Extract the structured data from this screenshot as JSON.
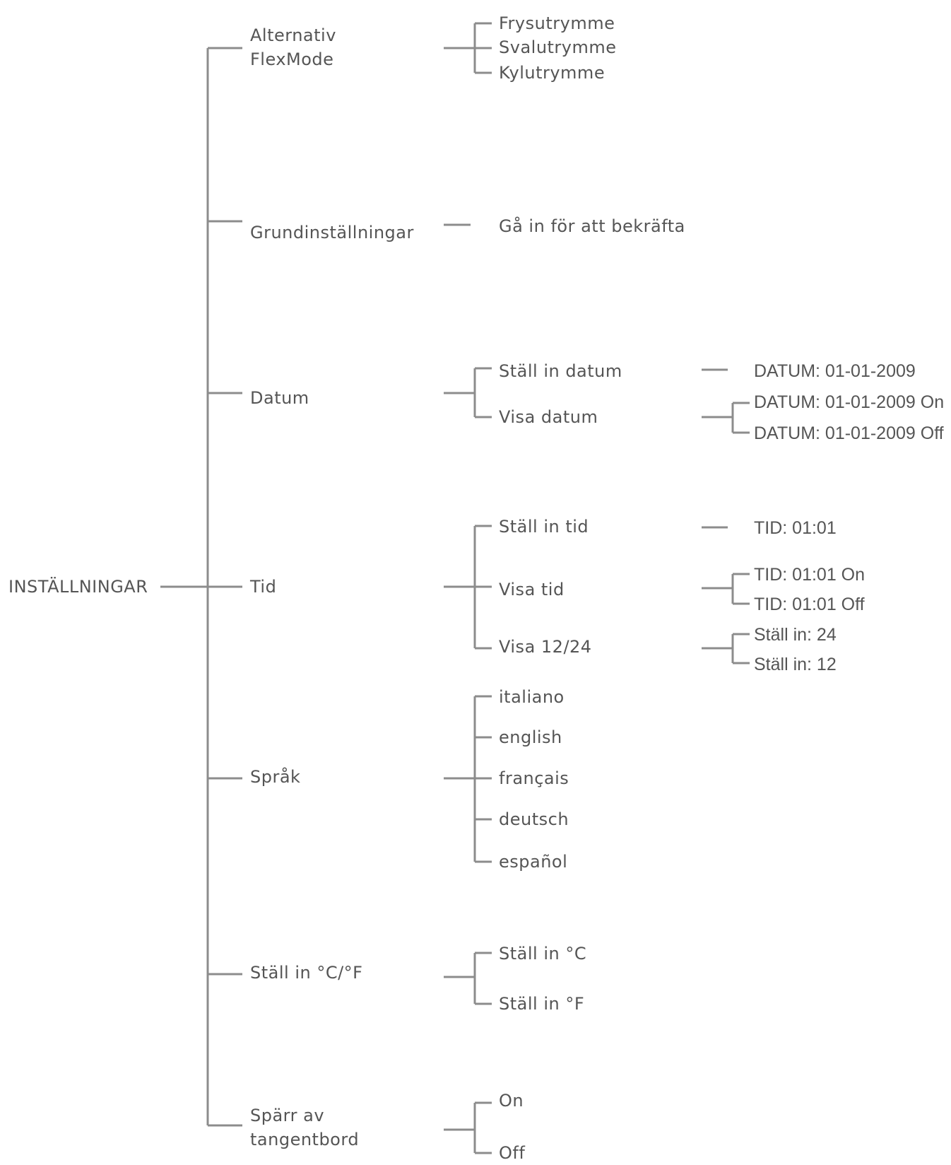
{
  "root": {
    "label": "INSTÄLLNINGAR"
  },
  "menu": [
    {
      "label": "Alternativ\nFlexMode",
      "options": [
        "Frysutrymme",
        "Svalutrymme",
        "Kylutrymme"
      ]
    },
    {
      "label": "Grundinställningar",
      "options": [
        "Gå in för att bekräfta"
      ]
    },
    {
      "label": "Datum",
      "options": [
        "Ställ in datum",
        "Visa datum"
      ],
      "values": [
        [
          "DATUM: 01-01-2009"
        ],
        [
          "DATUM: 01-01-2009 On",
          "DATUM: 01-01-2009 Off"
        ]
      ]
    },
    {
      "label": "Tid",
      "options": [
        "Ställ in tid",
        "Visa tid",
        "Visa 12/24"
      ],
      "values": [
        [
          "TID: 01:01"
        ],
        [
          "TID: 01:01 On",
          "TID: 01:01 Off"
        ],
        [
          "Ställ in: 24",
          "Ställ in: 12"
        ]
      ]
    },
    {
      "label": "Språk",
      "options": [
        "italiano",
        "english",
        "français",
        "deutsch",
        "español"
      ]
    },
    {
      "label": "Ställ in °C/°F",
      "options": [
        "Ställ in °C",
        "Ställ in °F"
      ]
    },
    {
      "label": "Spärr av\ntangentbord",
      "options": [
        "On",
        "Off"
      ]
    }
  ]
}
